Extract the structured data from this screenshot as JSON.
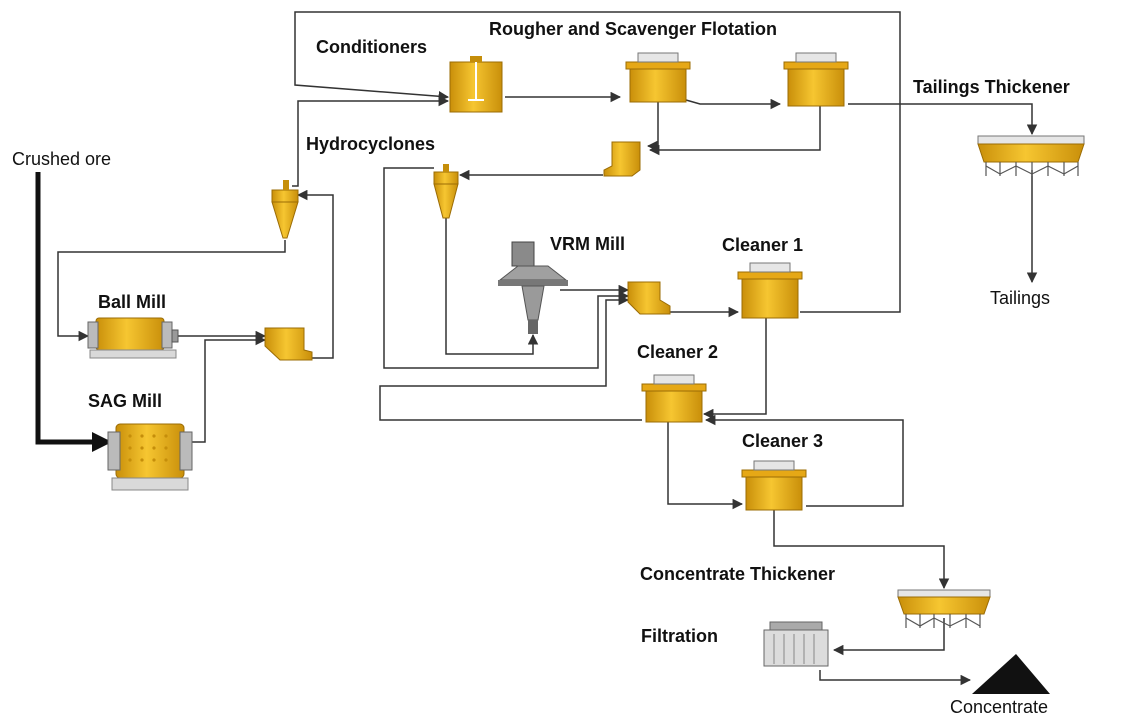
{
  "labels": {
    "crushed_ore": "Crushed ore",
    "conditioners": "Conditioners",
    "rougher_scavenger": "Rougher and Scavenger Flotation",
    "tailings_thickener": "Tailings Thickener",
    "hydrocyclones": "Hydrocyclones",
    "vrm_mill": "VRM Mill",
    "cleaner_1": "Cleaner 1",
    "ball_mill": "Ball Mill",
    "sag_mill": "SAG Mill",
    "cleaner_2": "Cleaner 2",
    "cleaner_3": "Cleaner 3",
    "tailings": "Tailings",
    "concentrate_thickener": "Concentrate Thickener",
    "filtration": "Filtration",
    "concentrate": "Concentrate"
  },
  "colors": {
    "equipment": "#f2b418",
    "equipment_dark": "#b07c07",
    "line": "#333333",
    "concentrate_pile": "#111111",
    "steel": "#8a8a8a"
  }
}
